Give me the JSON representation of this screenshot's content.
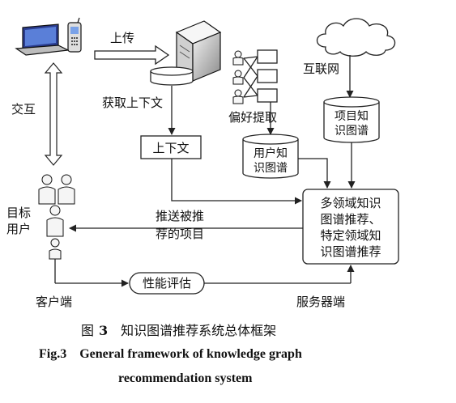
{
  "nodes": {
    "upload": "上传",
    "get_context": "获取上下文",
    "context": "上下文",
    "preference": "偏好提取",
    "internet": "互联网",
    "item_kg": [
      "项目知",
      "识图谱"
    ],
    "user_kg": [
      "用户知",
      "识图谱"
    ],
    "interaction": "交互",
    "target_user": [
      "目标",
      "用户"
    ],
    "push": [
      "推送被推",
      "荐的项目"
    ],
    "engine": [
      "多领域知识",
      "图谱推荐、",
      "特定领域知",
      "识图谱推荐"
    ],
    "client": "客户端",
    "eval": "性能评估",
    "server": "服务器端"
  },
  "caption": {
    "cn_prefix": "图",
    "cn_num": "3",
    "cn_text": "知识图谱推荐系统总体框架",
    "en_line1": "Fig.3    General framework of knowledge graph",
    "en_line2": "recommendation system"
  }
}
